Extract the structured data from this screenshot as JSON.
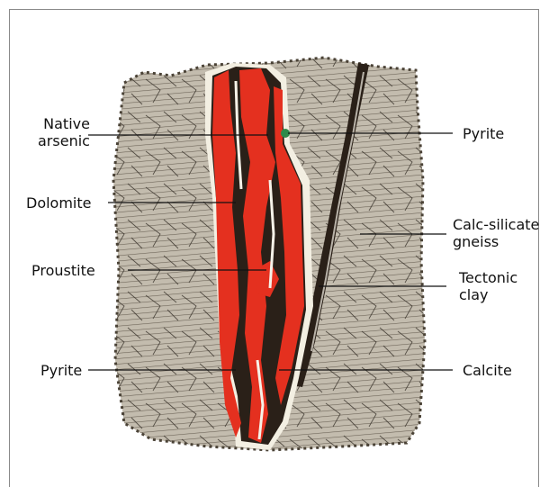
{
  "labels": {
    "native_arsenic": {
      "line1": "Native",
      "line2": "arsenic"
    },
    "dolomite": "Dolomite",
    "proustite": "Proustite",
    "pyrite_left": "Pyrite",
    "pyrite_right": "Pyrite",
    "calc_silicate": {
      "line1": "Calc-silicate",
      "line2": "gneiss"
    },
    "tectonic_clay": {
      "line1": "Tectonic",
      "line2": "clay"
    },
    "calcite": "Calcite"
  },
  "colors": {
    "proustite": "#e4301f",
    "rock": "#b9b2a3",
    "vein_dark": "#2a2018",
    "frame": "#8a8a8a"
  }
}
